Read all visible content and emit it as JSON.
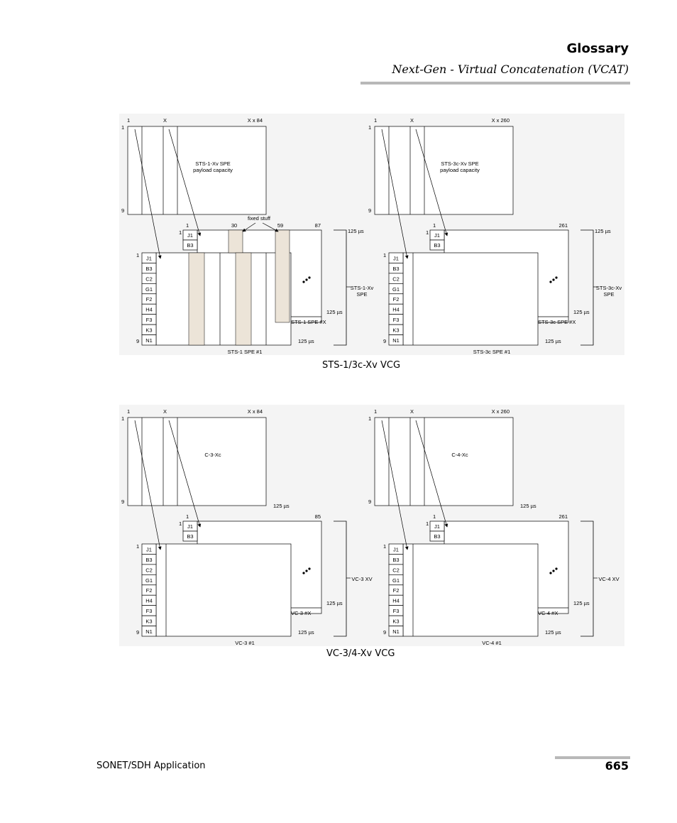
{
  "header": {
    "title": "Glossary",
    "subtitle": "Next-Gen - Virtual Concatenation (VCAT)"
  },
  "figures": [
    {
      "caption": "STS-1/3c-Xv VCG",
      "panels": [
        {
          "top_row1": "1",
          "top_col1": "1",
          "top_colx": "X",
          "top_colmax": "X x 84",
          "top_row9": "9",
          "top_label": [
            "STS-1-Xv SPE",
            "payload capacity"
          ],
          "mid_col1": "1",
          "mid_colA": "30",
          "mid_colB": "59",
          "mid_colmax": "87",
          "fixed_stuff": "fixed stuff",
          "mid_row1": "1",
          "mid_oh": [
            "J1",
            "B3"
          ],
          "time_top": "125 µs",
          "front_row1": "1",
          "front_row9": "9",
          "front_oh": [
            "J1",
            "B3",
            "C2",
            "G1",
            "F2",
            "H4",
            "F3",
            "K3",
            "N1"
          ],
          "back_label": "STS-1 SPE #X",
          "back_time": "125 µs",
          "front_label": "STS-1 SPE #1",
          "front_time": "125 µs",
          "bracket_label": [
            "STS-1-Xv",
            "SPE"
          ],
          "shaded": true
        },
        {
          "top_row1": "1",
          "top_col1": "1",
          "top_colx": "X",
          "top_colmax": "X x 260",
          "top_row9": "9",
          "top_label": [
            "STS-3c-Xv SPE",
            "payload capacity"
          ],
          "mid_col1": "1",
          "mid_colA": "",
          "mid_colB": "",
          "mid_colmax": "261",
          "fixed_stuff": "",
          "mid_row1": "1",
          "mid_oh": [
            "J1",
            "B3"
          ],
          "time_top": "125 µs",
          "front_row1": "1",
          "front_row9": "9",
          "front_oh": [
            "J1",
            "B3",
            "C2",
            "G1",
            "F2",
            "H4",
            "F3",
            "K3",
            "N1"
          ],
          "back_label": "STS-3c SPE #X",
          "back_time": "125 µs",
          "front_label": "STS-3c SPE #1",
          "front_time": "125 µs",
          "bracket_label": [
            "STS-3c-Xv",
            "SPE"
          ],
          "shaded": false
        }
      ]
    },
    {
      "caption": "VC-3/4-Xv VCG",
      "panels": [
        {
          "top_row1": "1",
          "top_col1": "1",
          "top_colx": "X",
          "top_colmax": "X x 84",
          "top_row9": "9",
          "top_label": [
            "C-3-Xc",
            ""
          ],
          "top_time": "125 µs",
          "mid_col1": "1",
          "mid_colA": "",
          "mid_colB": "",
          "mid_colmax": "85",
          "fixed_stuff": "",
          "mid_row1": "1",
          "mid_oh": [
            "J1",
            "B3"
          ],
          "time_top": "",
          "front_row1": "1",
          "front_row9": "9",
          "front_oh": [
            "J1",
            "B3",
            "C2",
            "G1",
            "F2",
            "H4",
            "F3",
            "K3",
            "N1"
          ],
          "back_label": "VC-3 #X",
          "back_time": "125 µs",
          "front_label": "VC-3 #1",
          "front_time": "125 µs",
          "bracket_label": [
            "VC-3 XV",
            ""
          ],
          "shaded": false
        },
        {
          "top_row1": "1",
          "top_col1": "1",
          "top_colx": "X",
          "top_colmax": "X x 260",
          "top_row9": "9",
          "top_label": [
            "C-4-Xc",
            ""
          ],
          "top_time": "125 µs",
          "mid_col1": "1",
          "mid_colA": "",
          "mid_colB": "",
          "mid_colmax": "261",
          "fixed_stuff": "",
          "mid_row1": "1",
          "mid_oh": [
            "J1",
            "B3"
          ],
          "time_top": "",
          "front_row1": "1",
          "front_row9": "9",
          "front_oh": [
            "J1",
            "B3",
            "C2",
            "G1",
            "F2",
            "H4",
            "F3",
            "K3",
            "N1"
          ],
          "back_label": "VC-4 #X",
          "back_time": "125 µs",
          "front_label": "VC-4 #1",
          "front_time": "125 µs",
          "bracket_label": [
            "VC-4 XV",
            ""
          ],
          "shaded": false
        }
      ]
    }
  ],
  "footer": {
    "section": "SONET/SDH Application",
    "page": "665"
  }
}
